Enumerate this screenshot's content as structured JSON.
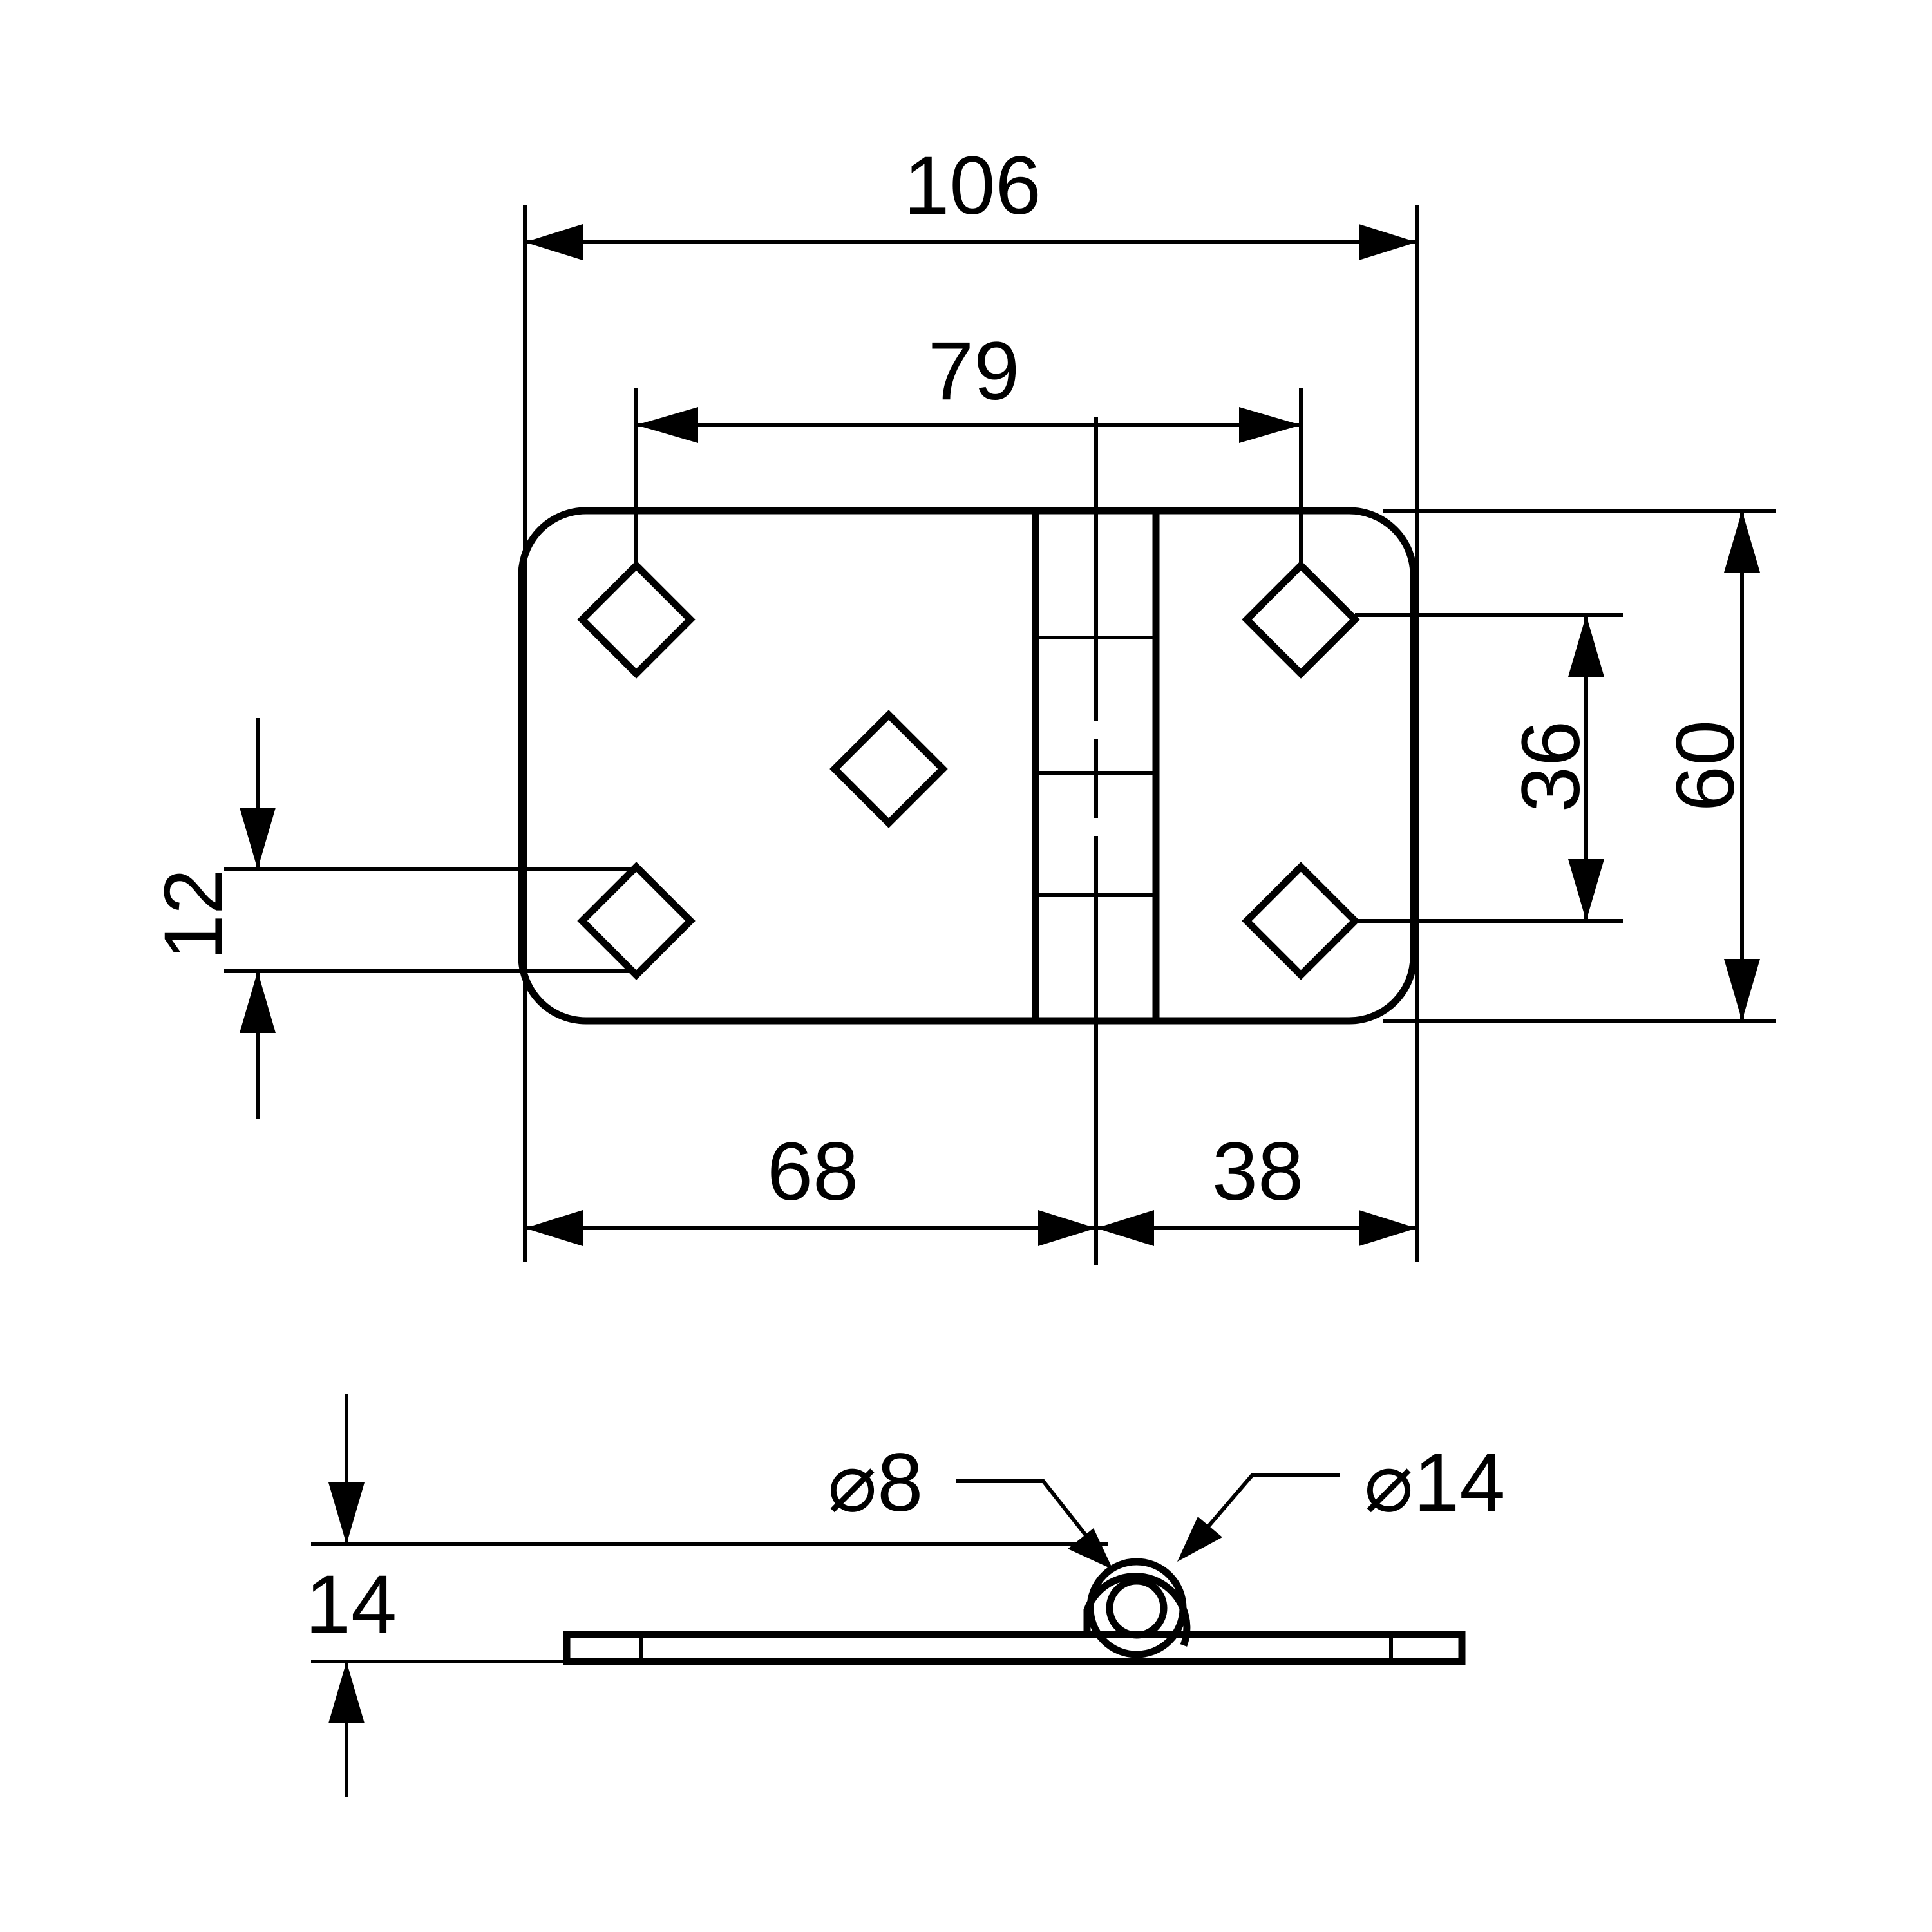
{
  "plan_view": {
    "overall_length": "106",
    "hole_spacing_length": "79",
    "leaf_left": "68",
    "leaf_right": "38",
    "overall_width": "60",
    "hole_spacing_width": "36",
    "edge_offset": "12"
  },
  "side_view": {
    "pin_diameter": "⌀8",
    "knuckle_diameter": "⌀14",
    "thickness": "14"
  }
}
